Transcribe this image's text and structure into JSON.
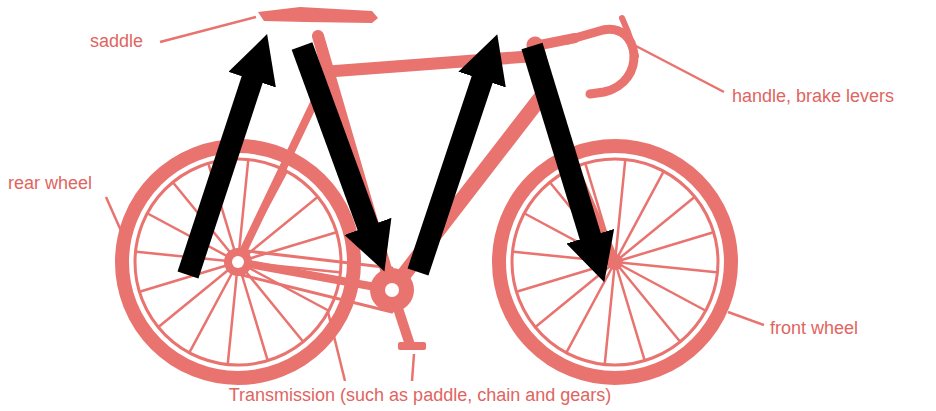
{
  "diagram": {
    "labels": [
      "saddle",
      "handle, brake levers",
      "rear wheel",
      "front wheel",
      "Transmission (such as paddle, chain and gears)"
    ]
  }
}
